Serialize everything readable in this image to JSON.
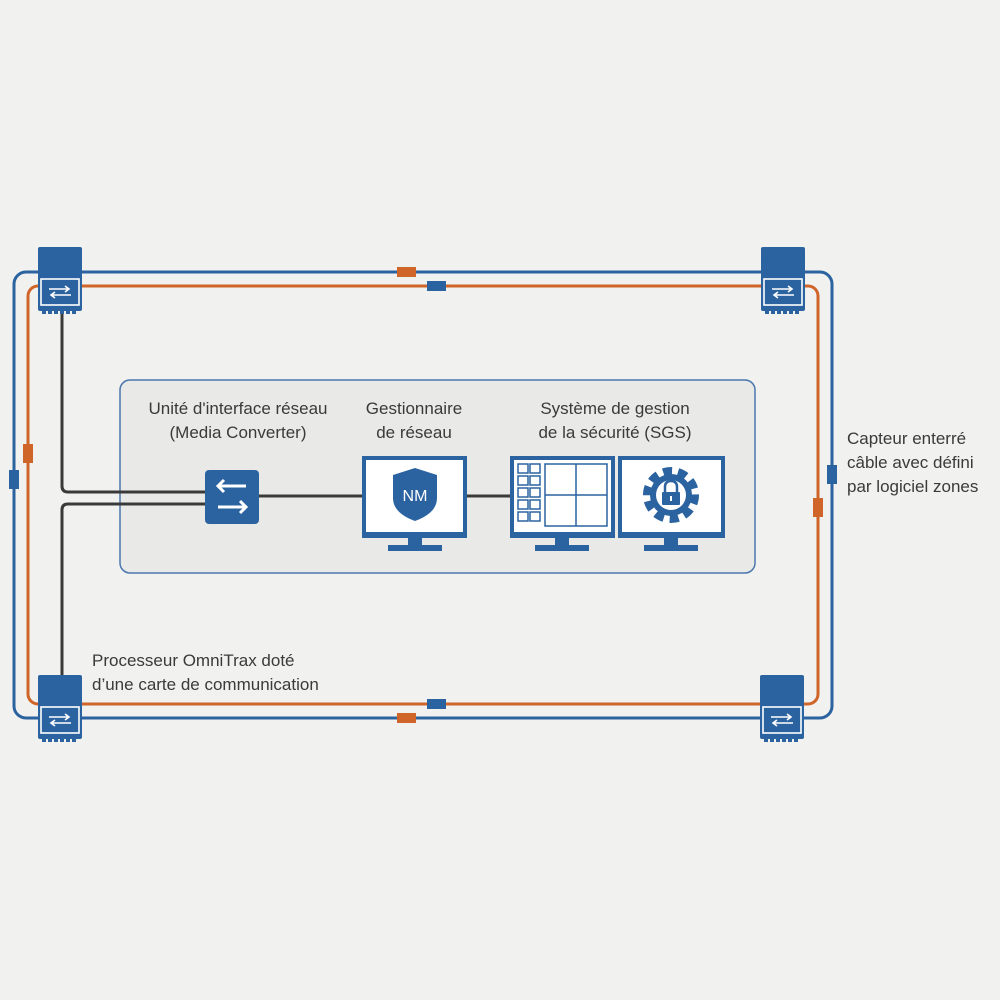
{
  "colors": {
    "background": "#f1f1ef",
    "blue": "#2b63a0",
    "orange": "#d0652a",
    "cable_dark": "#3a3a3a",
    "panel_fill": "#e9e9e8",
    "panel_border": "#4a77ad"
  },
  "labels": {
    "media_converter": {
      "line1": "Unité d'interface réseau",
      "line2": "(Media Converter)"
    },
    "network_manager": {
      "line1": "Gestionnaire",
      "line2": "de réseau"
    },
    "security_system": {
      "line1": "Système de gestion",
      "line2": "de la sécurité (SGS)"
    },
    "sensor_cable": {
      "line1": "Capteur enterré",
      "line2": "câble avec défini",
      "line3": "par logiciel zones"
    },
    "processor": {
      "line1": "Processeur OmniTrax doté",
      "line2": "d’une carte de communication"
    }
  },
  "icons": {
    "nm_monitor_text": "NM",
    "processor_icon": "bidirectional-arrows-icon",
    "switch_icon": "switch-arrows-icon",
    "shield_icon": "shield-icon",
    "grid_icon": "video-wall-icon",
    "lock_icon": "gear-lock-icon"
  }
}
